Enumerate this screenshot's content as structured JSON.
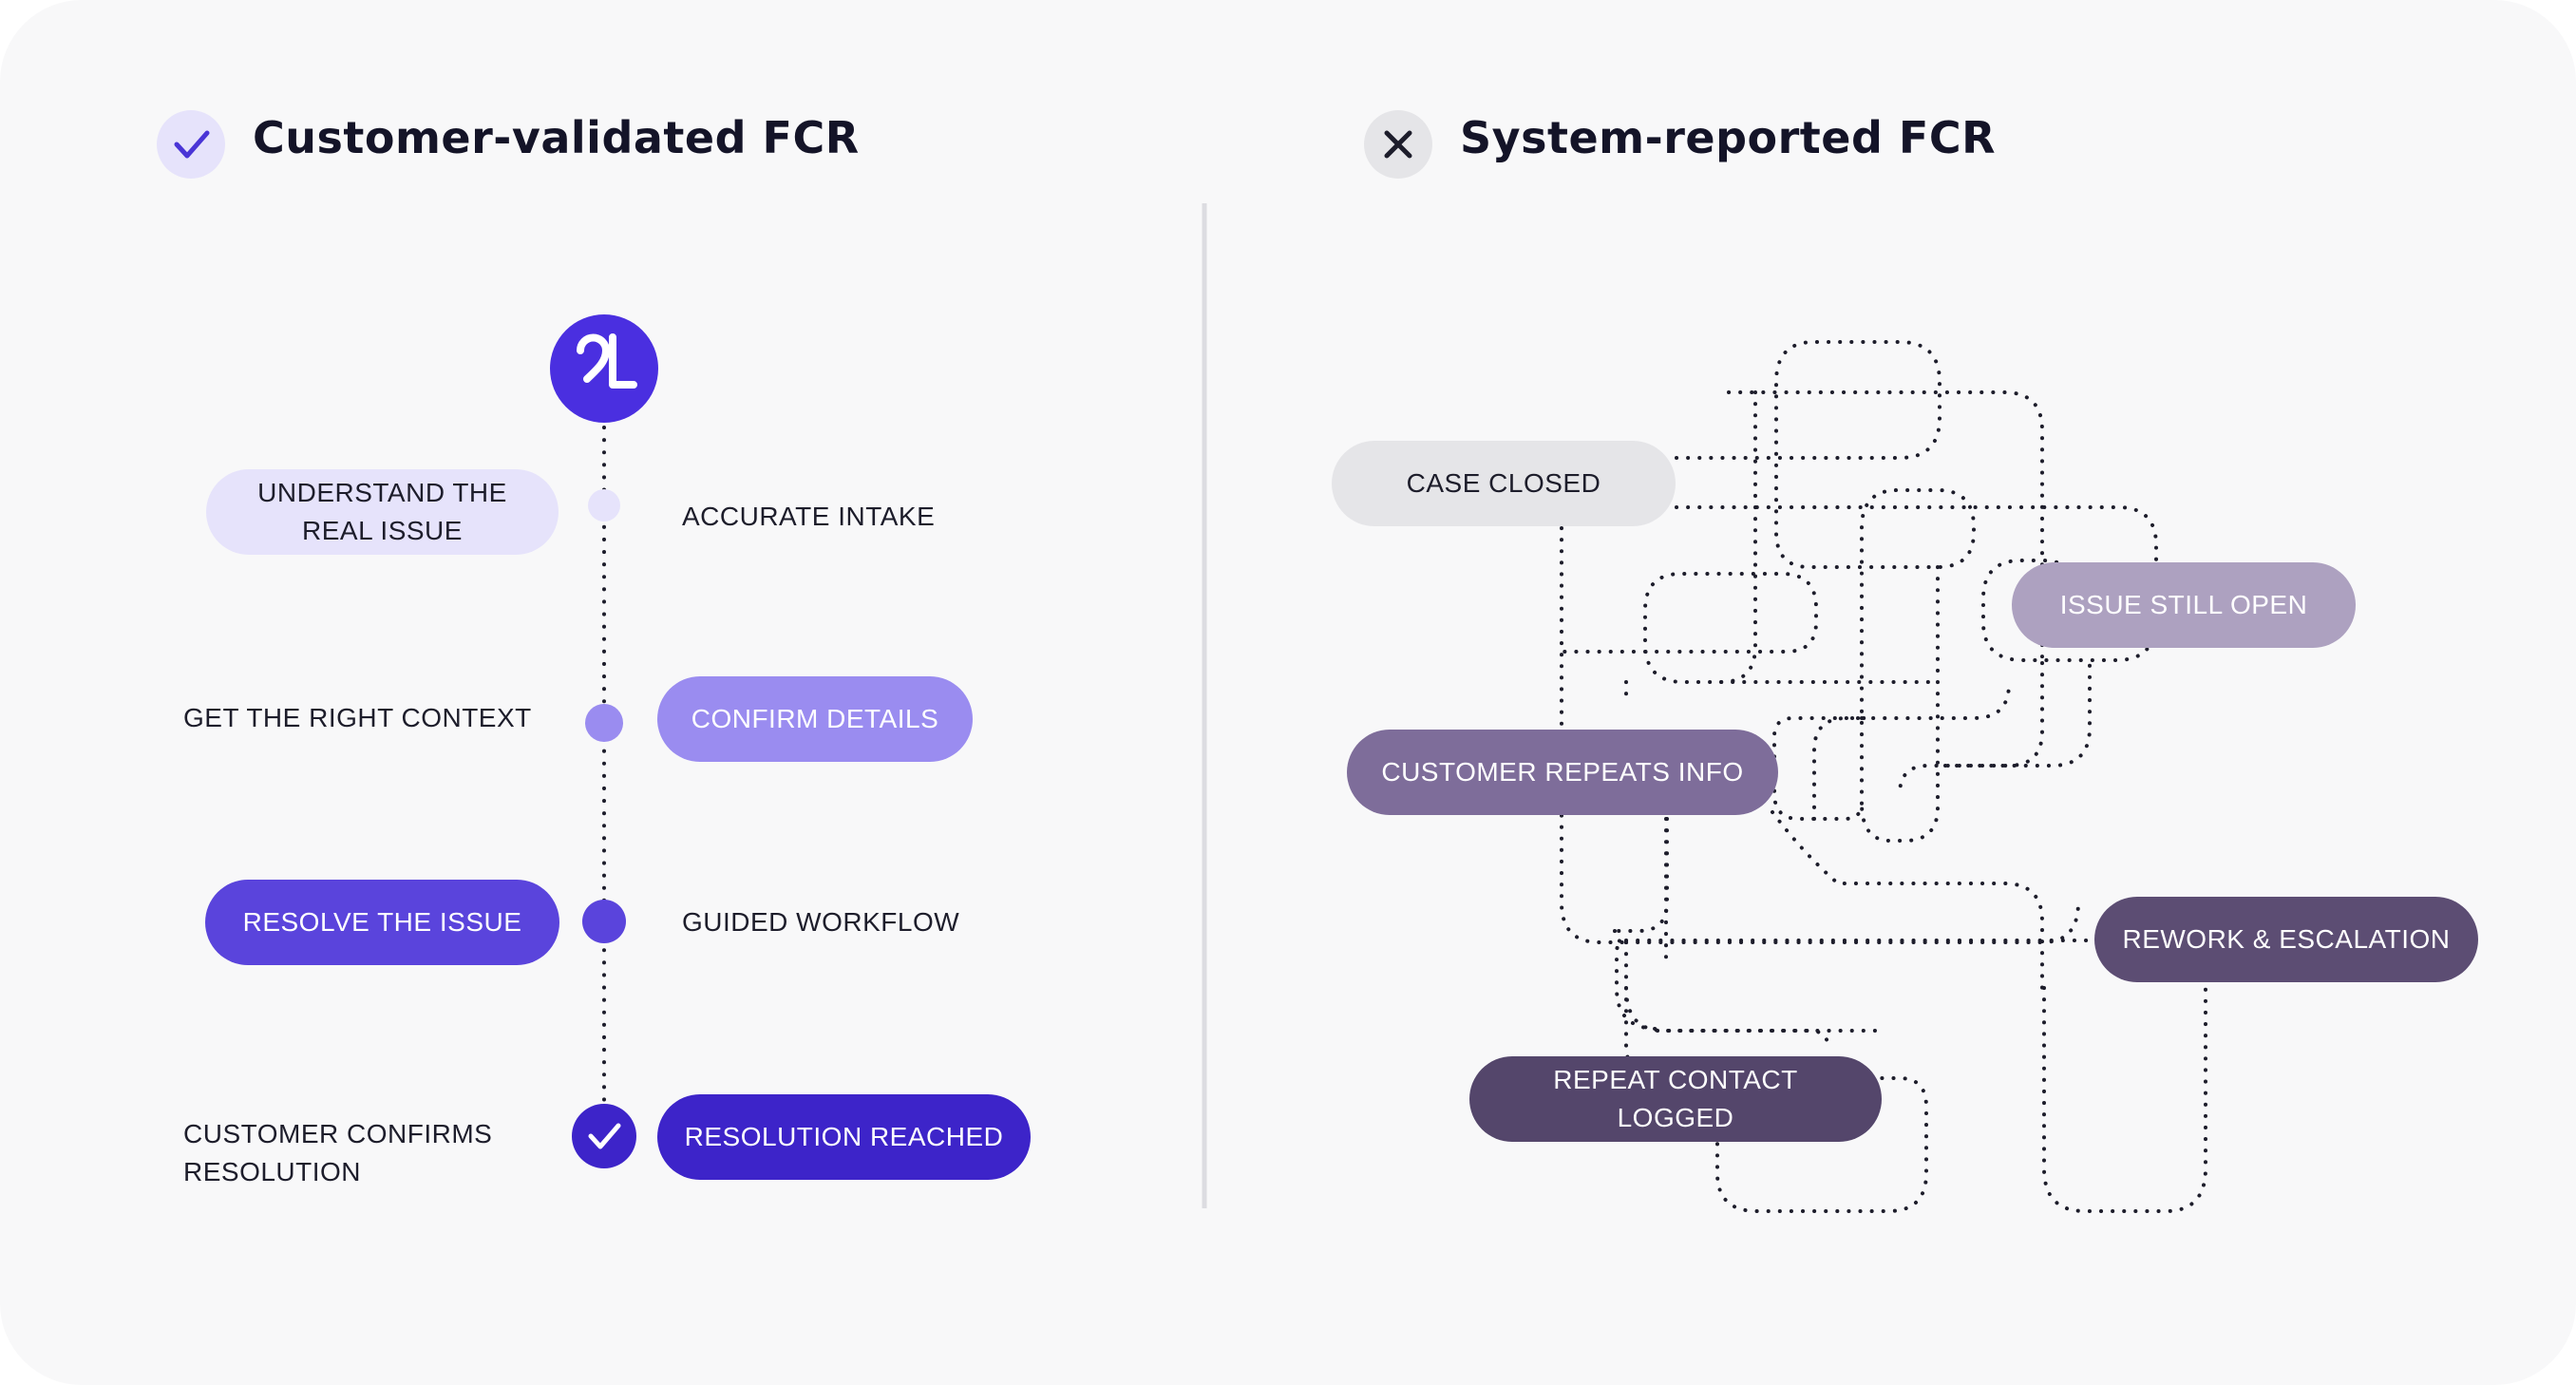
{
  "colors": {
    "background": "#f8f8f9",
    "divider": "#dcdce1",
    "dots": "#1d1d2b",
    "purple_lightest": "#e6e3fb",
    "purple_light": "#9a8cf0",
    "purple": "#5a44dc",
    "purple_dark": "#3d24c9",
    "grey_pill": "#e5e5e8",
    "mauve_light": "#ada1c0",
    "mauve": "#7e6d9a",
    "mauve_dark": "#5c4d73",
    "mauve_darker": "#54466b"
  },
  "left": {
    "title": "Customer-validated FCR",
    "title_icon": "check-icon",
    "logo_icon": "brand-logo-icon",
    "steps": [
      {
        "pill": "UNDERSTAND THE\nREAL ISSUE",
        "label": "ACCURATE INTAKE",
        "pill_side": "left"
      },
      {
        "pill": "CONFIRM DETAILS",
        "label": "GET THE RIGHT CONTEXT",
        "pill_side": "right"
      },
      {
        "pill": "RESOLVE THE ISSUE",
        "label": "GUIDED WORKFLOW",
        "pill_side": "left"
      },
      {
        "pill": "RESOLUTION REACHED",
        "label": "CUSTOMER CONFIRMS RESOLUTION",
        "pill_side": "right"
      }
    ]
  },
  "right": {
    "title": "System-reported FCR",
    "title_icon": "close-icon",
    "nodes": [
      "CASE CLOSED",
      "ISSUE STILL OPEN",
      "CUSTOMER REPEATS INFO",
      "REWORK & ESCALATION",
      "REPEAT CONTACT\nLOGGED"
    ]
  }
}
